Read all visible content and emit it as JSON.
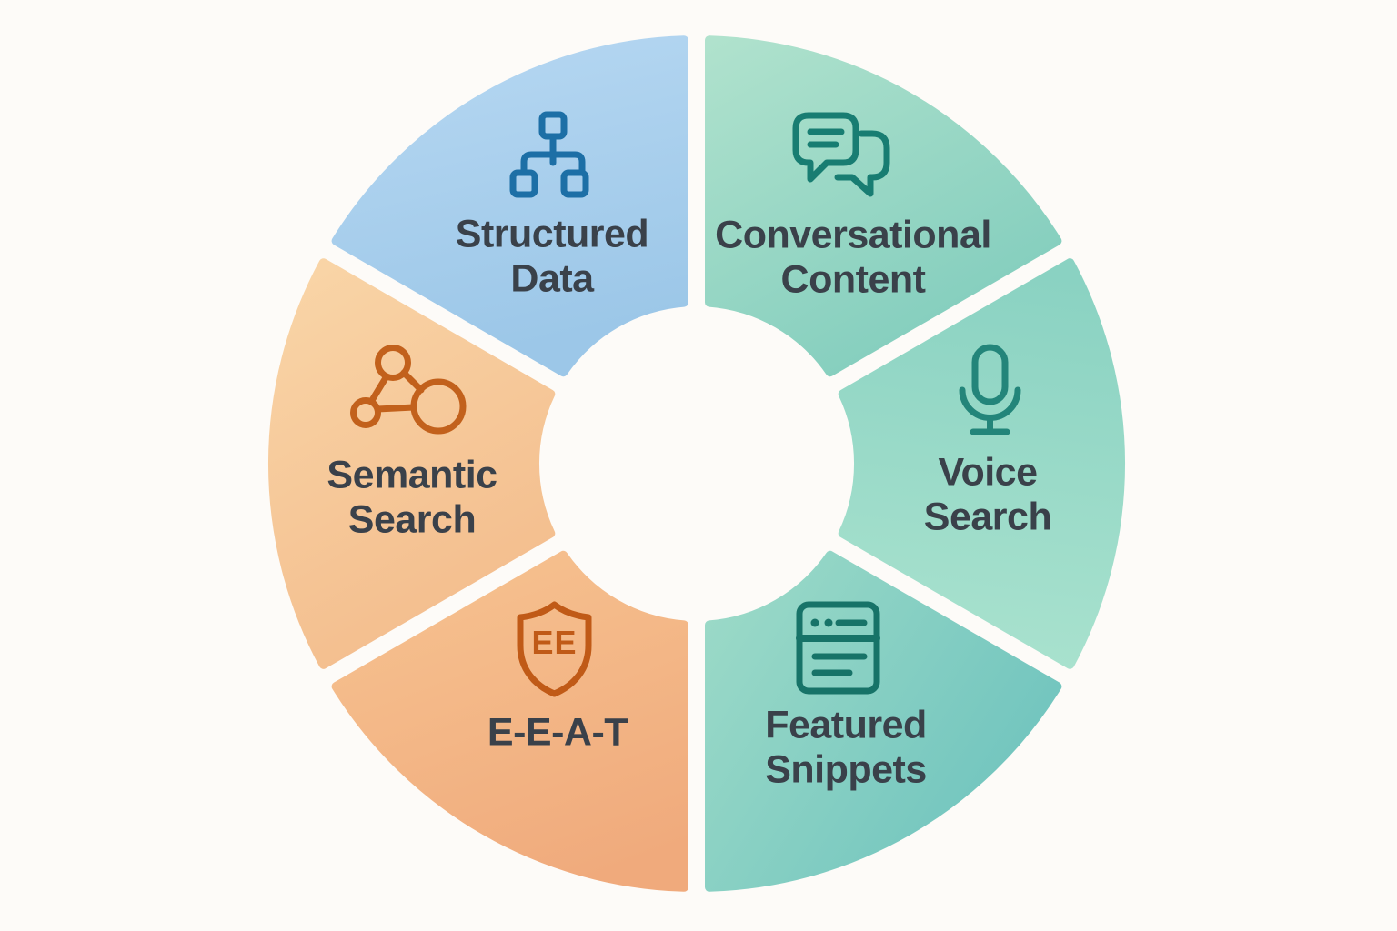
{
  "background_color": "#fdfbf8",
  "text_color": "#3a414a",
  "slices": [
    {
      "id": "structured-data",
      "label": "Structured Data",
      "icon": "sitemap-icon",
      "icon_color": "#1d6fa6",
      "color_start": "#b7d8f2",
      "color_end": "#9cc7e8"
    },
    {
      "id": "conversational-content",
      "label": "Conversational Content",
      "icon": "chat-bubbles-icon",
      "icon_color": "#187d72",
      "color_start": "#b0e2cd",
      "color_end": "#82cdbd"
    },
    {
      "id": "voice-search",
      "label": "Voice Search",
      "icon": "microphone-icon",
      "icon_color": "#23857a",
      "color_start": "#8ad2c2",
      "color_end": "#a9e2ce"
    },
    {
      "id": "featured-snippets",
      "label": "Featured Snippets",
      "icon": "browser-snippet-icon",
      "icon_color": "#177368",
      "color_start": "#9edbc8",
      "color_end": "#70c4be"
    },
    {
      "id": "eeat",
      "label": "E-E-A-T",
      "icon": "shield-icon",
      "icon_color": "#c05a17",
      "shield_text": "EE",
      "color_start": "#f6c18f",
      "color_end": "#f0aa7c"
    },
    {
      "id": "semantic-search",
      "label": "Semantic Search",
      "icon": "network-icon",
      "icon_color": "#c2611c",
      "color_start": "#f9d4a6",
      "color_end": "#f3bc8c"
    }
  ]
}
